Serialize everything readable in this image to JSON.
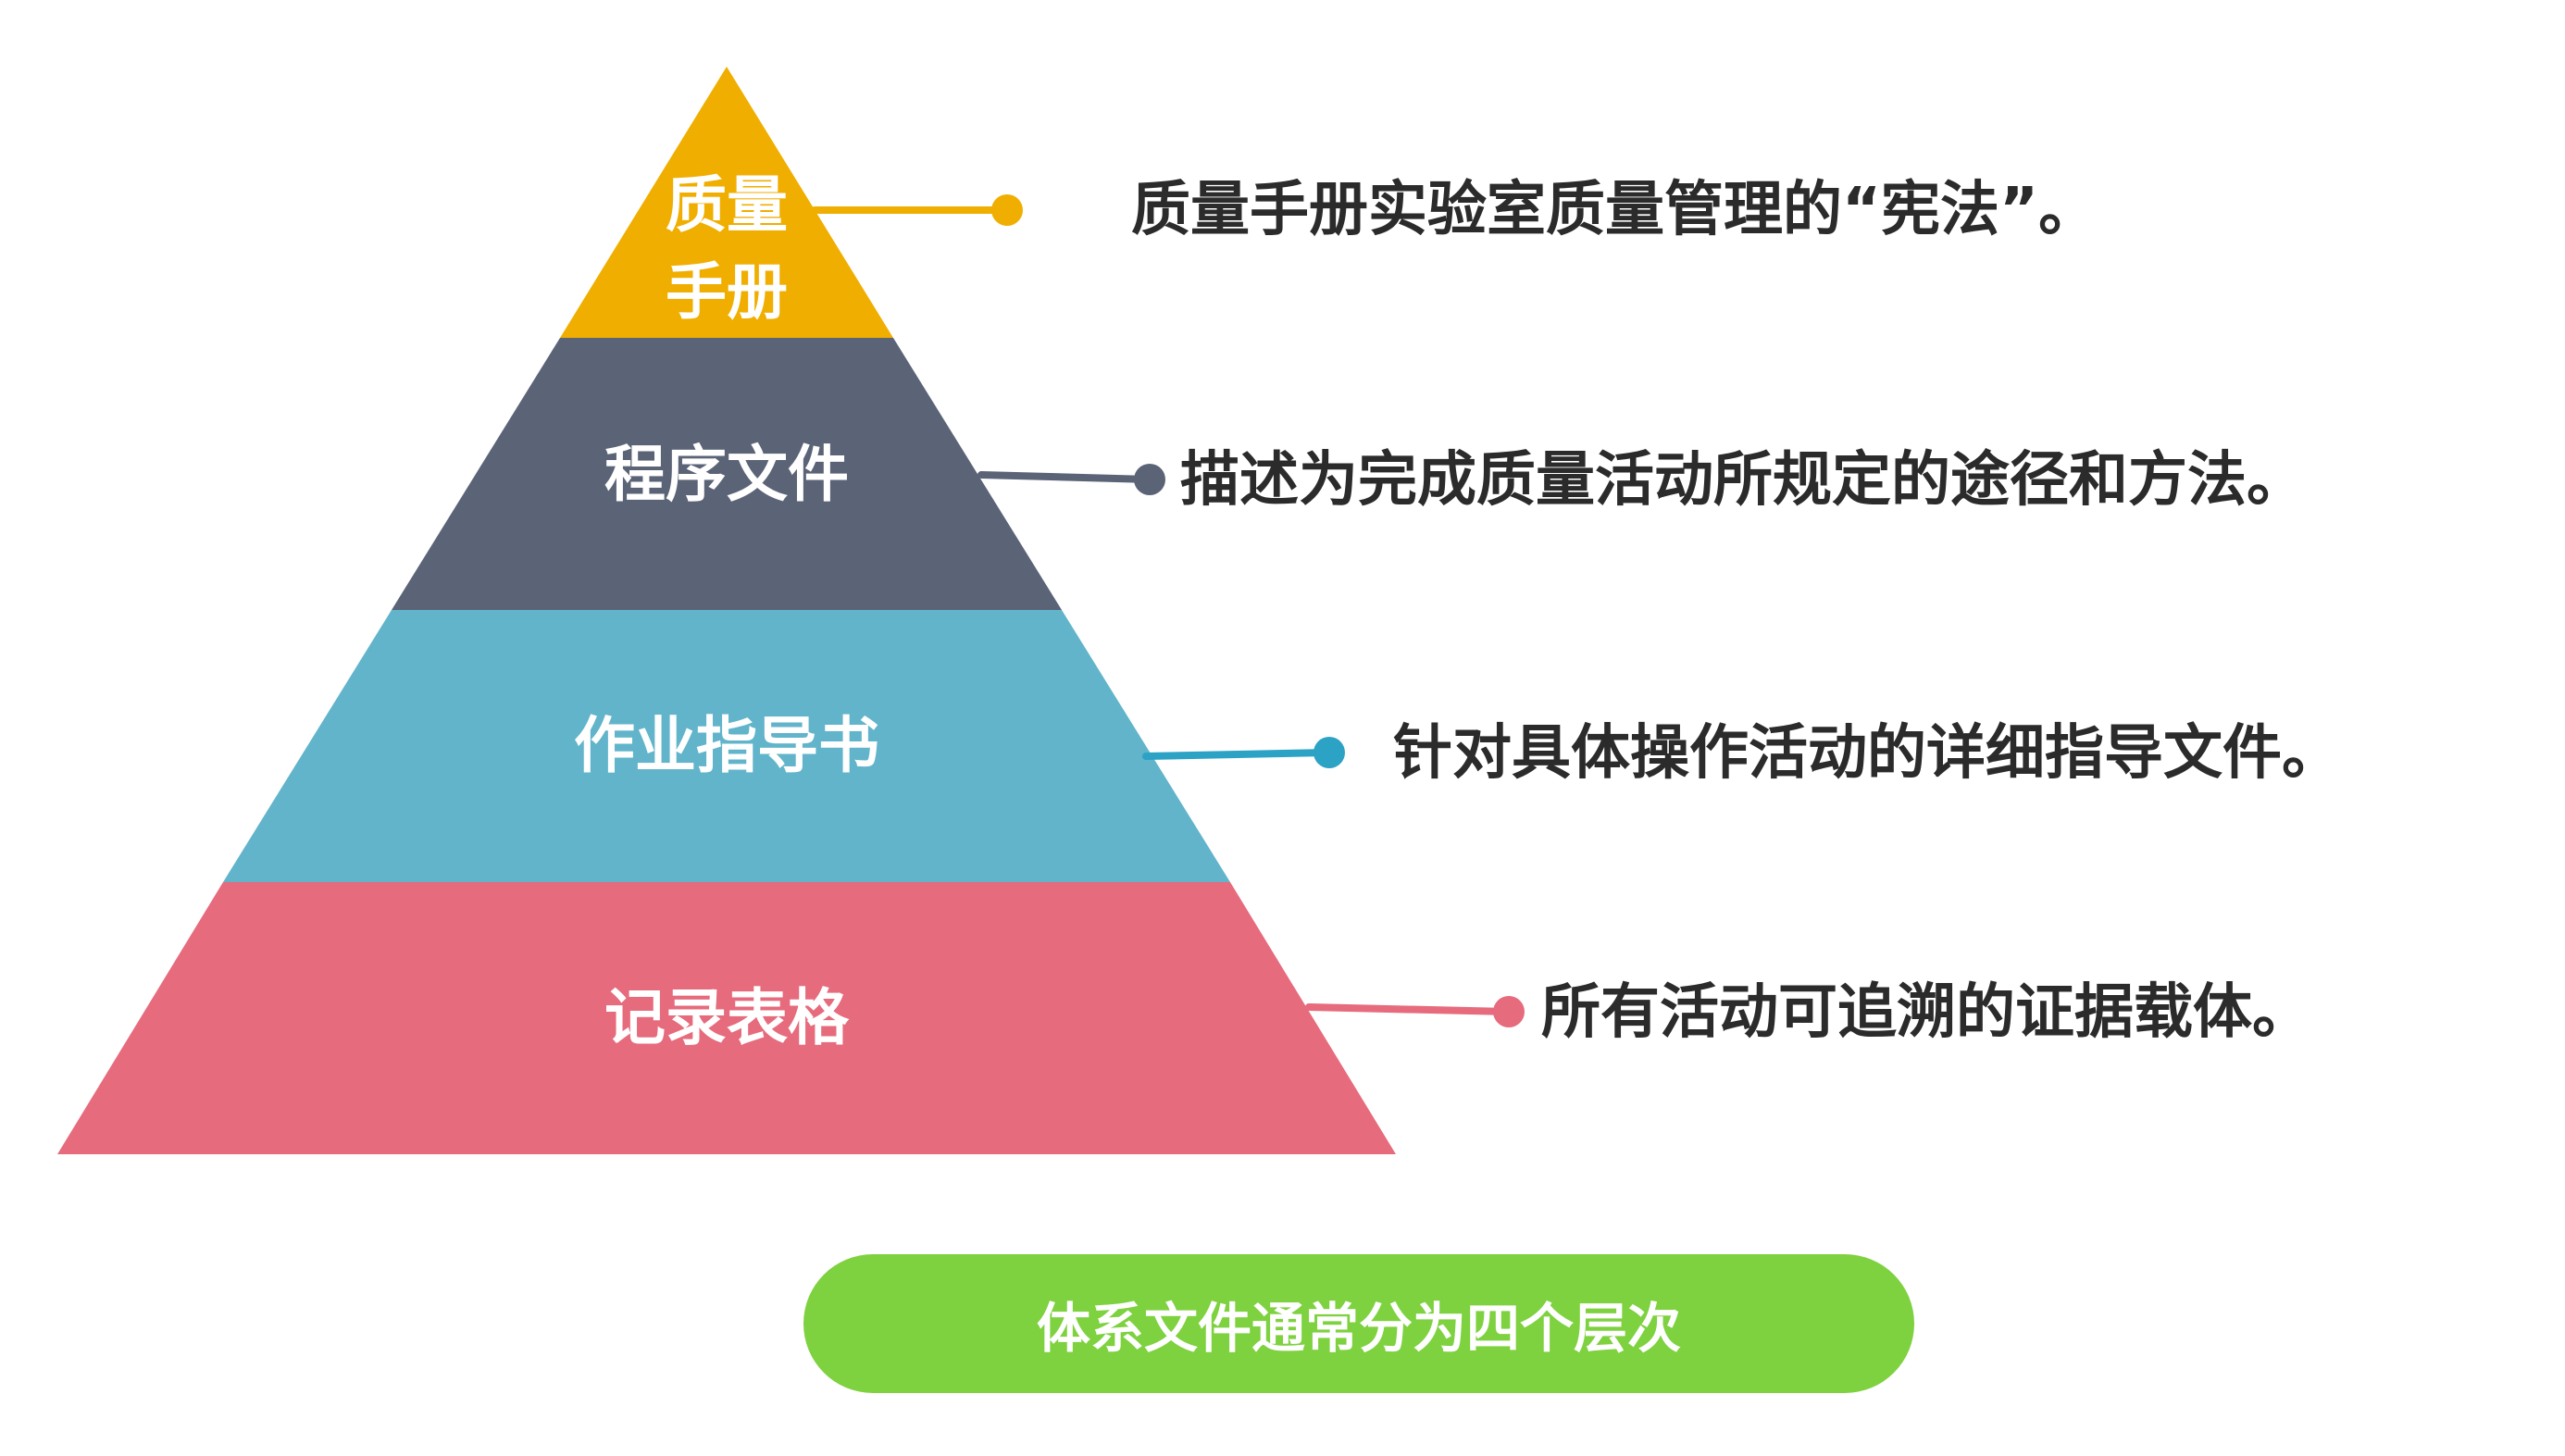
{
  "pyramid": {
    "tiers": [
      {
        "label_lines": [
          "质量",
          "手册"
        ],
        "description": "质量手册实验室质量管理的“宪法”。",
        "color": "#F0AE00"
      },
      {
        "label_lines": [
          "程序文件"
        ],
        "description": "描述为完成质量活动所规定的途径和方法。",
        "color": "#5B6377"
      },
      {
        "label_lines": [
          "作业指导书"
        ],
        "description": "针对具体操作活动的详细指导文件。",
        "color": "#62B4CB"
      },
      {
        "label_lines": [
          "记录表格"
        ],
        "description": "所有活动可追溯的证据载体。",
        "color": "#E66B7D"
      }
    ]
  },
  "connector_colors": [
    "#F0AE00",
    "#5B6377",
    "#2CA2C4",
    "#E66B7D"
  ],
  "banner": {
    "text": "体系文件通常分为四个层次",
    "color": "#7ED13F"
  }
}
